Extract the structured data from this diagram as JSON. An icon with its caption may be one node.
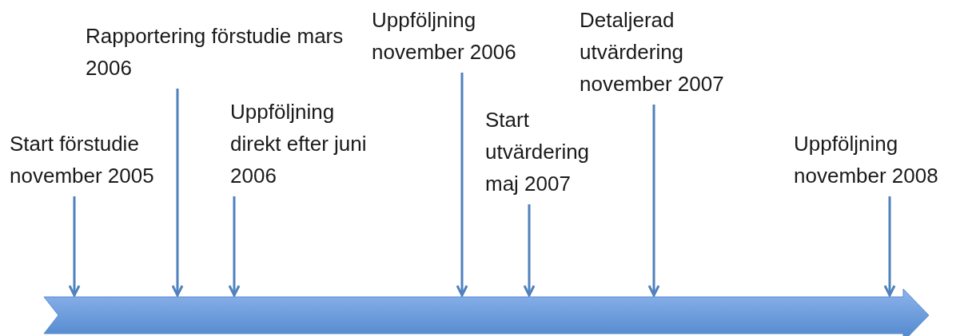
{
  "diagram": {
    "nodes": [
      {
        "text": [
          "Start förstudie november 2005"
        ]
      },
      {
        "text": [
          "Rapportering förstudie mars 2006"
        ]
      },
      {
        "text": [
          "Uppföljning direkt efter juni 2006"
        ]
      },
      {
        "text": [
          "Uppföljning november 2006"
        ]
      },
      {
        "text": [
          "Start utvärdering maj 2007"
        ]
      },
      {
        "text": [
          "Detaljerad utvärdering november 2007"
        ]
      },
      {
        "text": [
          "Uppföljning november 2008"
        ]
      },
      {
        "text": [],
        "shape": "arrow"
      }
    ],
    "edges": [
      {
        "from": 0,
        "to": 7,
        "arrow": "to"
      },
      {
        "from": 1,
        "to": 7,
        "arrow": "to"
      },
      {
        "from": 2,
        "to": 7,
        "arrow": "to"
      },
      {
        "from": 3,
        "to": 7,
        "arrow": "to"
      },
      {
        "from": 4,
        "to": 7,
        "arrow": "to"
      },
      {
        "from": 5,
        "to": 7,
        "arrow": "to"
      },
      {
        "from": 6,
        "to": 7,
        "arrow": "to"
      }
    ]
  }
}
